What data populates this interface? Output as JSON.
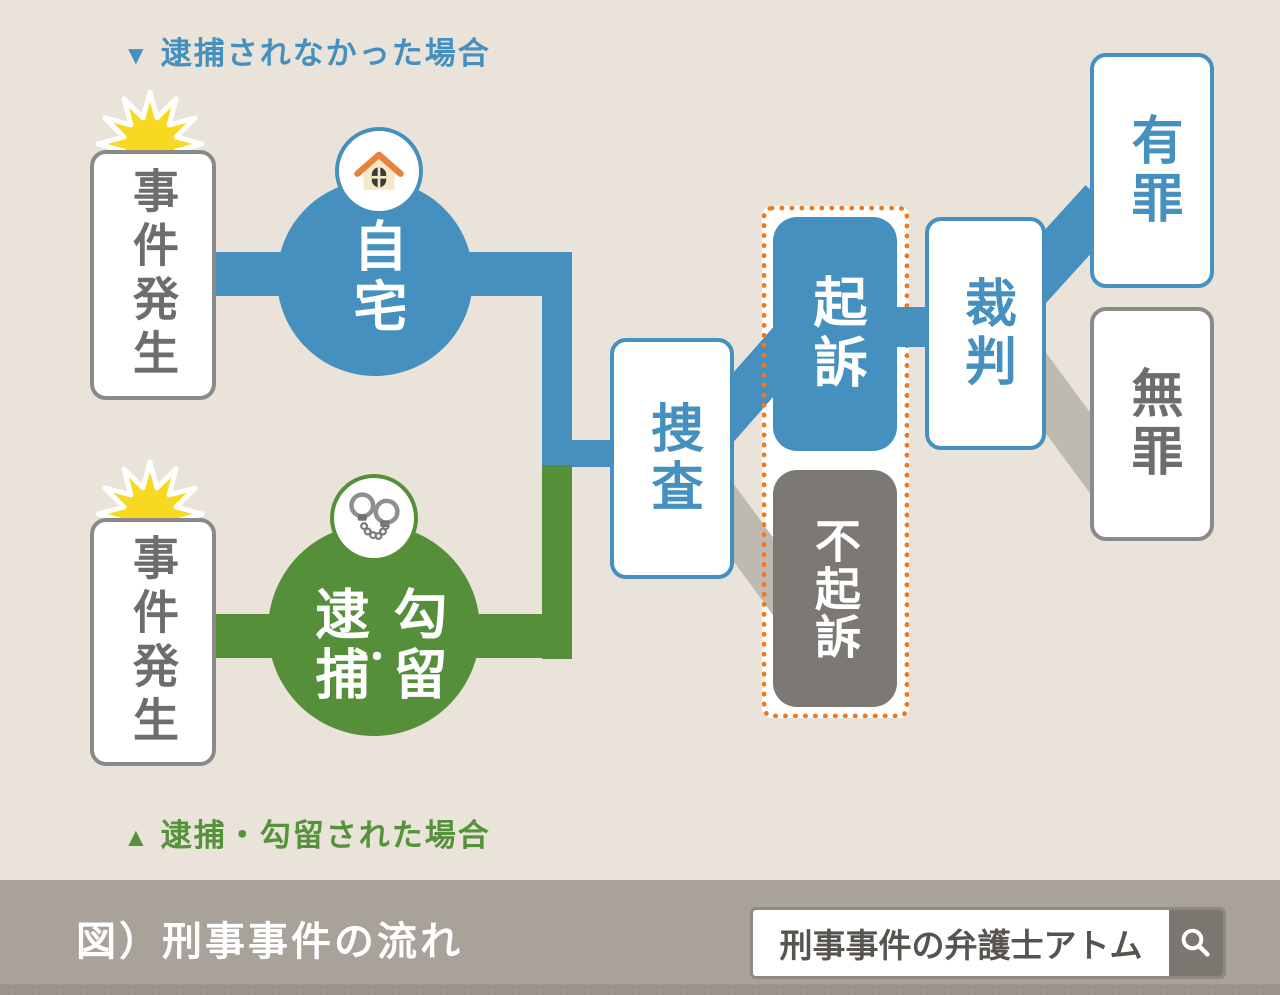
{
  "colors": {
    "background": "#EAE3D9",
    "blue": "#4590BE",
    "green": "#568F3A",
    "green_label": "#55923B",
    "gray_box_fill": "#7C7975",
    "gray_border": "#8A8A8A",
    "gray_text": "#6E6D6B",
    "band_gray": "#BEBAB2",
    "orange_dotted": "#F0791F",
    "starburst_yellow": "#F7D921",
    "footer_bar": "#A8A29A",
    "footer_button": "#7B766F"
  },
  "top_label": {
    "marker": "▼",
    "text": "逮捕されなかった場合"
  },
  "bottom_label": {
    "marker": "▲",
    "text": "逮捕・勾留された場合"
  },
  "nodes": {
    "incident_top": {
      "label": "事件発生",
      "icon": "starburst-icon"
    },
    "incident_bottom": {
      "label": "事件発生",
      "icon": "starburst-icon"
    },
    "home": {
      "label": "自宅",
      "icon": "house-icon"
    },
    "arrest": {
      "label": "逮捕・勾留",
      "col_left": "逮捕",
      "separator": "・",
      "col_right": "勾留",
      "icon": "handcuffs-icon"
    },
    "investigation": {
      "label": "捜査"
    },
    "prosecution": {
      "label": "起訴"
    },
    "non_prosecution": {
      "label": "不起訴"
    },
    "trial": {
      "label": "裁判"
    },
    "guilty": {
      "label": "有罪"
    },
    "not_guilty": {
      "label": "無罪"
    }
  },
  "footer": {
    "caption": "図）刑事事件の流れ",
    "search_value": "刑事事件の弁護士アトム",
    "search_icon": "magnifier-icon"
  }
}
